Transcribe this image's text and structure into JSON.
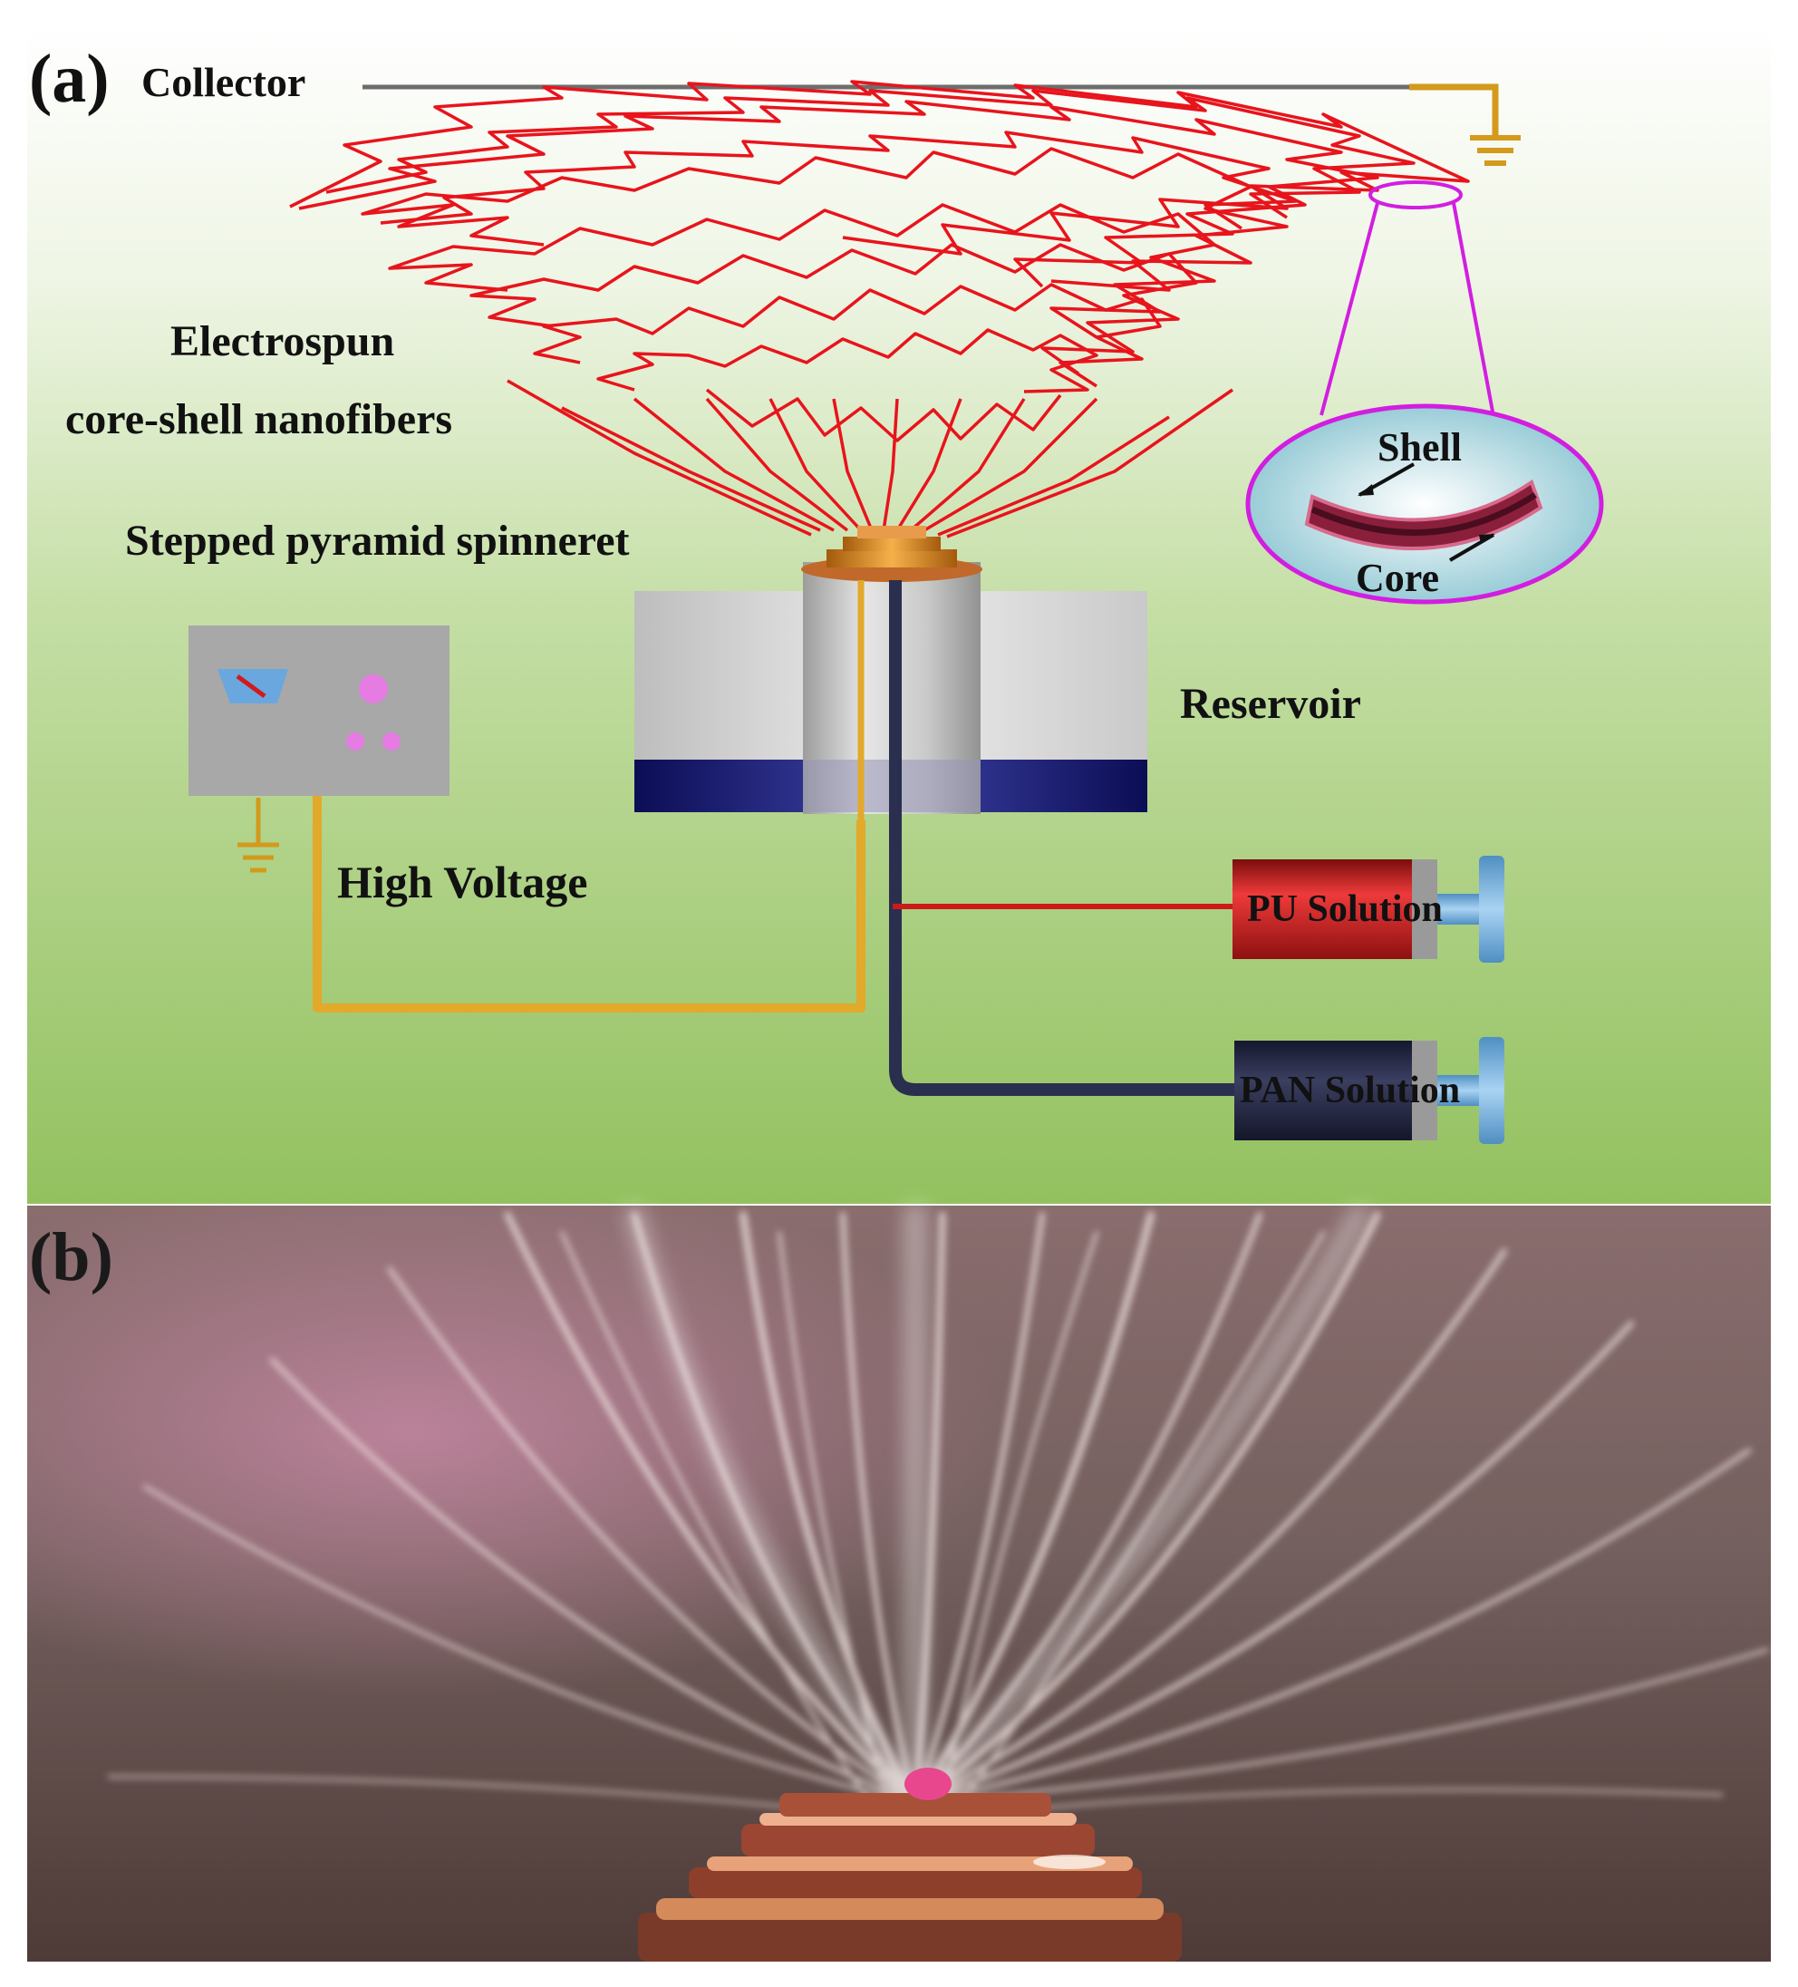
{
  "panel_a": {
    "panel_label": "(a)",
    "labels": {
      "collector": "Collector",
      "electrospun_line1": "Electrospun",
      "electrospun_line2": "core-shell nanofibers",
      "spinneret": "Stepped pyramid spinneret",
      "reservoir": "Reservoir",
      "high_voltage": "High Voltage",
      "pu_solution": "PU Solution",
      "pan_solution": "PAN Solution",
      "shell": "Shell",
      "core": "Core"
    },
    "colors": {
      "background_top": "#ffffff",
      "background_bottom": "#93c15f",
      "fiber": "#e8141c",
      "wire": "#e2a92a",
      "pan_tube": "#2a2f4f",
      "pu_tube": "#cc1a1a",
      "reservoir_base": "#1b1f7a",
      "zoom_outline": "#d21ee0"
    },
    "icons": [
      "ground-symbol-icon",
      "voltmeter-needle-icon",
      "power-knob-icon"
    ]
  },
  "panel_b": {
    "panel_label": "(b)",
    "colors": {
      "background": "#6b5452",
      "jets": "#efe3e0",
      "spinneret": "#b8644e"
    }
  }
}
